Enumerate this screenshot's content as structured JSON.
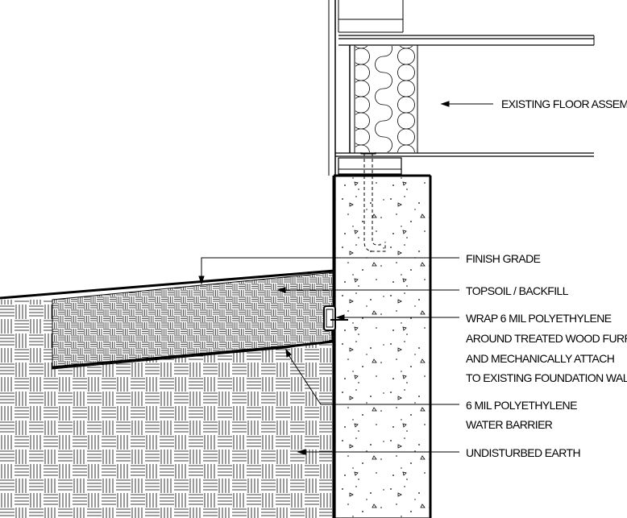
{
  "diagram": {
    "kind": "foundation-wall-section-detail",
    "line_color": "#000000",
    "background": "#ffffff"
  },
  "labels": {
    "floor_assembly": "EXISTING FLOOR ASSEMBLY",
    "finish_grade": "FINISH GRADE",
    "topsoil": "TOPSOIL / BACKFILL",
    "wrap_line1": "WRAP 6 MIL POLYETHYLENE",
    "wrap_line2": "AROUND TREATED WOOD FURRING",
    "wrap_line3": "AND MECHANICALLY ATTACH",
    "wrap_line4": "TO EXISTING FOUNDATION WALL",
    "barrier_line1": "6 MIL POLYETHYLENE",
    "barrier_line2": "WATER BARRIER",
    "earth": "UNDISTURBED EARTH"
  }
}
